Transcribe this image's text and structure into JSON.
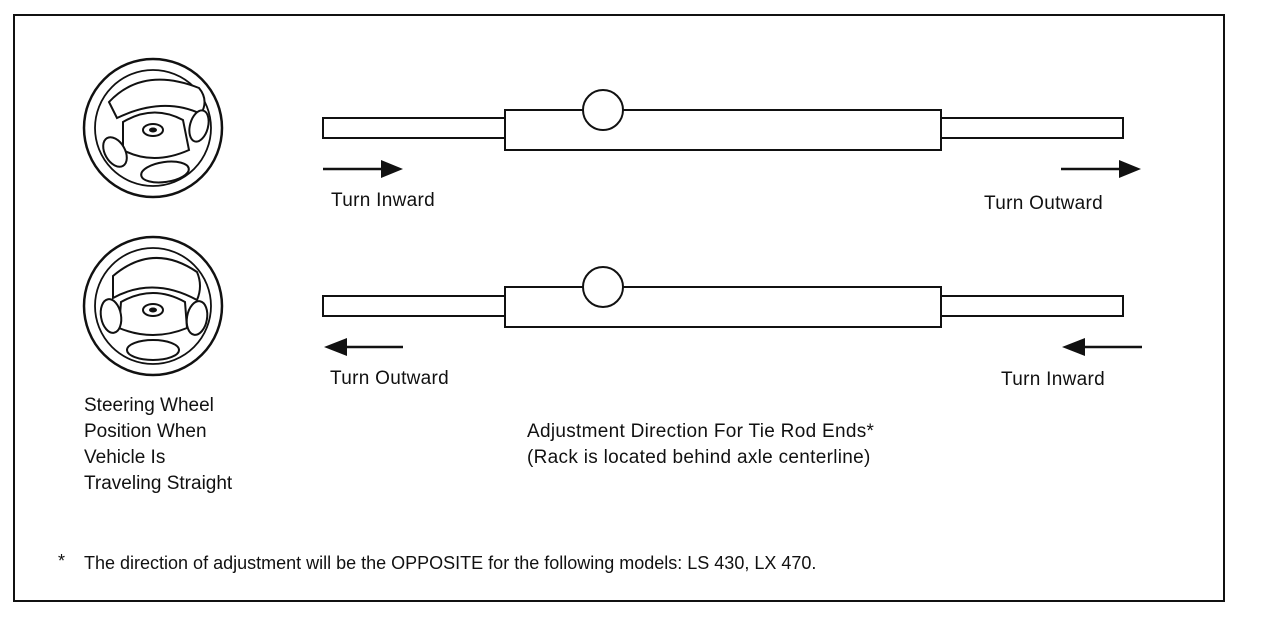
{
  "diagram": {
    "top_row": {
      "left_label": "Turn Inward",
      "right_label": "Turn Outward",
      "left_arrow_direction": "right",
      "right_arrow_direction": "right"
    },
    "bottom_row": {
      "left_label": "Turn Outward",
      "right_label": "Turn Inward",
      "left_arrow_direction": "left",
      "right_arrow_direction": "left"
    },
    "wheel_caption": [
      "Steering Wheel",
      "Position When",
      "Vehicle Is",
      "Traveling Straight"
    ],
    "center_caption": {
      "line1": "Adjustment Direction For Tie Rod Ends*",
      "line2": "(Rack is located behind axle centerline)"
    },
    "footnote": {
      "marker": "*",
      "text": "The direction of adjustment will be the OPPOSITE for the following models:  LS 430, LX 470."
    }
  },
  "colors": {
    "ink": "#111111",
    "background": "#ffffff"
  }
}
